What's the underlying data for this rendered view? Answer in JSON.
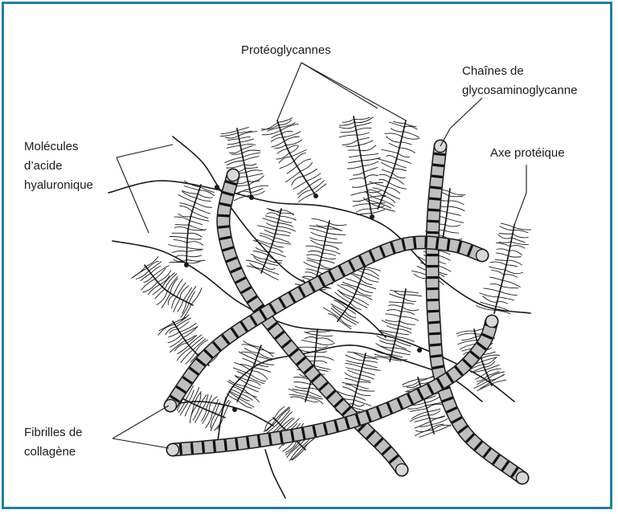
{
  "labels": {
    "proteoglycans": "Protéoglycannes",
    "gag_chains_line1": "Chaînes de",
    "gag_chains_line2": "glycosaminoglycanne",
    "hyaluronic_line1": "Molécules",
    "hyaluronic_line2": "d’acide",
    "hyaluronic_line3": "hyaluronique",
    "protein_axis": "Axe protéique",
    "collagen_line1": "Fibrilles de",
    "collagen_line2": "collagène"
  },
  "colors": {
    "frame_border": "#1f7fa6",
    "line": "#1a1a1a",
    "fibril_fill": "#bfbfbf",
    "band": "#111111"
  }
}
